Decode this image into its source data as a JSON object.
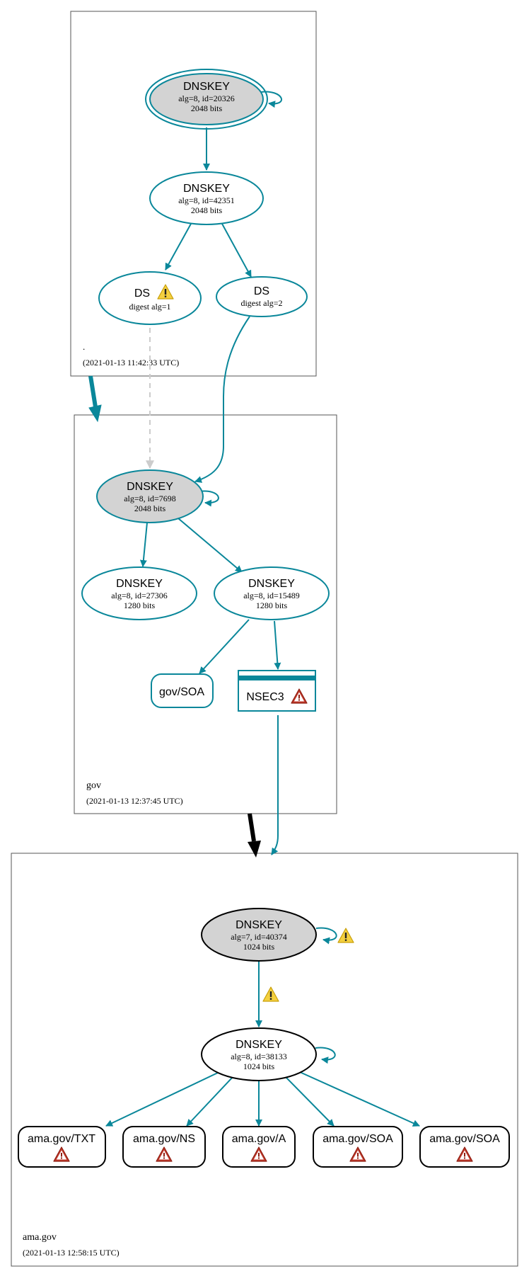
{
  "colors": {
    "accent": "#0a879a",
    "key_fill_ksk": "#d3d3d3",
    "warning_yellow": "#f4d03f",
    "error_red": "#c0392b",
    "dashed_gray": "#cccccc",
    "delegation_black": "#000000"
  },
  "zones": {
    "root": {
      "name": ".",
      "timestamp": "(2021-01-13 11:42:33 UTC)"
    },
    "gov": {
      "name": "gov",
      "timestamp": "(2021-01-13 12:37:45 UTC)"
    },
    "ama_gov": {
      "name": "ama.gov",
      "timestamp": "(2021-01-13 12:58:15 UTC)"
    }
  },
  "nodes": {
    "root_ksk": {
      "title": "DNSKEY",
      "line1": "alg=8, id=20326",
      "line2": "2048 bits"
    },
    "root_zsk": {
      "title": "DNSKEY",
      "line1": "alg=8, id=42351",
      "line2": "2048 bits"
    },
    "ds1": {
      "title": "DS",
      "line1": "digest alg=1",
      "icon": "warning-icon"
    },
    "ds2": {
      "title": "DS",
      "line1": "digest alg=2"
    },
    "gov_ksk": {
      "title": "DNSKEY",
      "line1": "alg=8, id=7698",
      "line2": "2048 bits"
    },
    "gov_key1": {
      "title": "DNSKEY",
      "line1": "alg=8, id=27306",
      "line2": "1280 bits"
    },
    "gov_key2": {
      "title": "DNSKEY",
      "line1": "alg=8, id=15489",
      "line2": "1280 bits"
    },
    "gov_soa": {
      "title": "gov/SOA"
    },
    "nsec3": {
      "title": "NSEC3",
      "icon": "error-icon"
    },
    "ama_ksk": {
      "title": "DNSKEY",
      "line1": "alg=7, id=40374",
      "line2": "1024 bits",
      "icon": "warning-icon"
    },
    "ama_zsk": {
      "title": "DNSKEY",
      "line1": "alg=8, id=38133",
      "line2": "1024 bits"
    },
    "rr_txt": {
      "title": "ama.gov/TXT",
      "icon": "error-icon"
    },
    "rr_ns": {
      "title": "ama.gov/NS",
      "icon": "error-icon"
    },
    "rr_a": {
      "title": "ama.gov/A",
      "icon": "error-icon"
    },
    "rr_soa1": {
      "title": "ama.gov/SOA",
      "icon": "error-icon"
    },
    "rr_soa2": {
      "title": "ama.gov/SOA",
      "icon": "error-icon"
    }
  },
  "edge_icons": {
    "ama_ksk_to_zsk": "warning-icon"
  }
}
